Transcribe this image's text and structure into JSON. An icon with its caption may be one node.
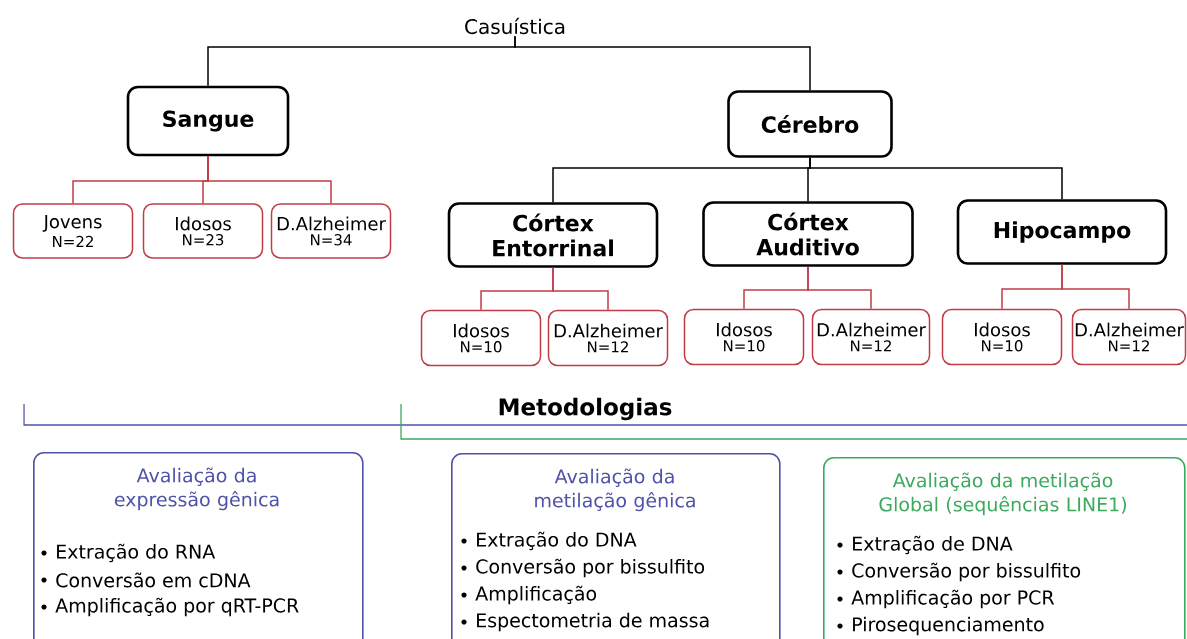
{
  "diagram": {
    "nodes": [
      {
        "text": [
          "Casuística"
        ]
      },
      {
        "text": [
          "Sangue"
        ]
      },
      {
        "text": [
          "Cérebro"
        ]
      },
      {
        "text": [
          "Jovens",
          "N=22"
        ]
      },
      {
        "text": [
          "Idosos",
          "N=23"
        ]
      },
      {
        "text": [
          "D.Alzheimer",
          "N=34"
        ]
      },
      {
        "text": [
          "Córtex Entorrinal"
        ]
      },
      {
        "text": [
          "Córtex Auditivo"
        ]
      },
      {
        "text": [
          "Hipocampo"
        ]
      },
      {
        "text": [
          "Idosos",
          "N=10"
        ]
      },
      {
        "text": [
          "D.Alzheimer",
          "N=12"
        ]
      },
      {
        "text": [
          "Idosos",
          "N=10"
        ]
      },
      {
        "text": [
          "D.Alzheimer",
          "N=12"
        ]
      },
      {
        "text": [
          "Idosos",
          "N=10"
        ]
      },
      {
        "text": [
          "D.Alzheimer",
          "N=12"
        ]
      },
      {
        "text": [
          "Avaliação da expressão gênica",
          "Extração do RNA",
          "Conversão em cDNA",
          "Amplificação por qRT-PCR"
        ]
      },
      {
        "text": [
          "Avaliação da metilação gênica",
          "Extração do DNA",
          "Conversão por bissulfito",
          "Amplificação",
          "Espectometria de massa"
        ]
      },
      {
        "text": [
          "Avaliação da metilação Global (sequências LINE1)",
          "Extração de DNA",
          "Conversão por bissulfito",
          "Amplificação por PCR",
          "Pirosequenciamento"
        ]
      }
    ],
    "edges": [
      {
        "from": 0,
        "to": 1,
        "arrow": "none",
        "color": "#000000"
      },
      {
        "from": 0,
        "to": 2,
        "arrow": "none",
        "color": "#000000"
      },
      {
        "from": 1,
        "to": 3,
        "arrow": "none"
      },
      {
        "from": 1,
        "to": 4,
        "arrow": "none"
      },
      {
        "from": 1,
        "to": 5,
        "arrow": "none"
      },
      {
        "from": 2,
        "to": 6,
        "arrow": "none",
        "color": "#000000"
      },
      {
        "from": 2,
        "to": 7,
        "arrow": "none",
        "color": "#000000"
      },
      {
        "from": 2,
        "to": 8,
        "arrow": "none",
        "color": "#000000"
      },
      {
        "from": 6,
        "to": 9,
        "arrow": "none"
      },
      {
        "from": 6,
        "to": 10,
        "arrow": "none"
      },
      {
        "from": 7,
        "to": 11,
        "arrow": "none"
      },
      {
        "from": 7,
        "to": 12,
        "arrow": "none"
      },
      {
        "from": 8,
        "to": 13,
        "arrow": "none"
      },
      {
        "from": 8,
        "to": 14,
        "arrow": "none"
      }
    ],
    "labels": [
      "Metodologias"
    ]
  }
}
